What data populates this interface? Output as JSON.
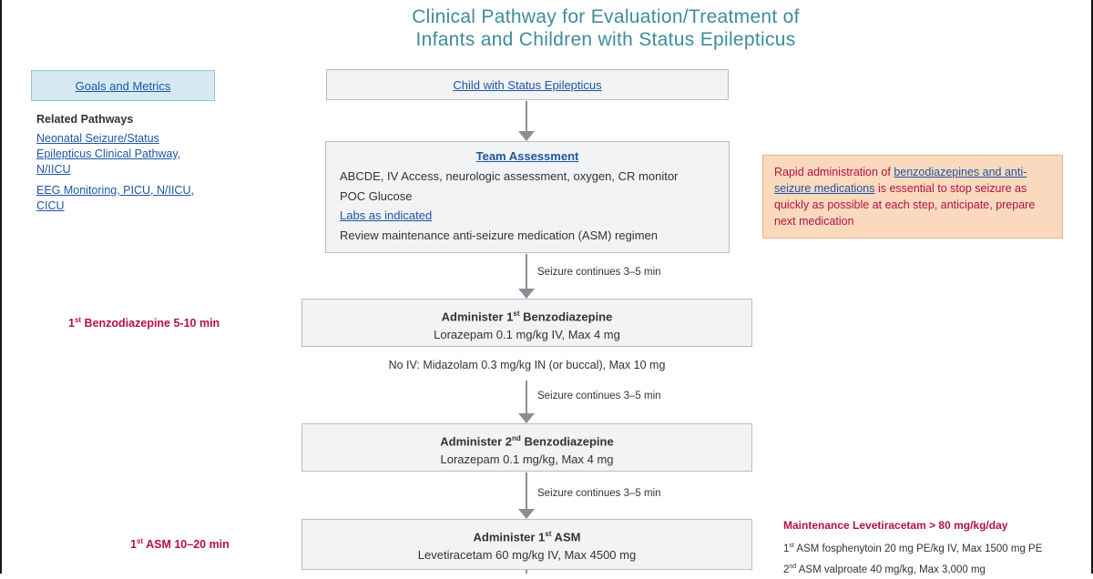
{
  "title": {
    "line1": "Clinical Pathway for Evaluation/Treatment of",
    "line2": "Infants and Children with Status Epilepticus"
  },
  "sidebar": {
    "goals_link": "Goals and Metrics",
    "related_header": "Related Pathways",
    "related_links": [
      "Neonatal Seizure/Status Epilepticus Clinical Pathway, N/IICU",
      "EEG Monitoring, PICU, N/IICU, CICU"
    ]
  },
  "flow": {
    "start_link": "Child with Status Epilepticus",
    "team": {
      "header": "Team Assessment",
      "line1": "ABCDE, IV Access, neurologic assessment, oxygen, CR monitor",
      "line2": "POC Glucose",
      "labs_link": "Labs as indicated",
      "line4": "Review maintenance anti-seizure medication (ASM) regimen"
    },
    "continues_label": "Seizure continues 3–5 min",
    "benzo1": {
      "prefix": "Administer 1",
      "sup": "st",
      "suffix": " Benzodiazepine",
      "dose": "Lorazepam 0.1 mg/kg IV, Max 4 mg"
    },
    "no_iv": "No IV: Midazolam 0.3 mg/kg IN (or buccal), Max 10 mg",
    "benzo2": {
      "prefix": "Administer 2",
      "sup": "nd",
      "suffix": " Benzodiazepine",
      "dose": "Lorazepam 0.1 mg/kg, Max 4 mg"
    },
    "asm1": {
      "prefix": "Administer 1",
      "sup": "st",
      "suffix": " ASM",
      "dose": "Levetiracetam 60 mg/kg IV, Max 4500 mg"
    }
  },
  "timing_labels": {
    "benzo": {
      "num": "1",
      "sup": "st",
      "text": " Benzodiazepine 5-10 min"
    },
    "asm": {
      "num": "1",
      "sup": "st",
      "text": " ASM 10–20 min"
    }
  },
  "alert": {
    "text_before": "Rapid administration of ",
    "link": "benzodiazepines and anti-seizure medications",
    "text_after": " is essential to stop seizure as quickly as possible at each step, anticipate, prepare next medication"
  },
  "maintenance": {
    "header": "Maintenance Levetiracetam > 80 mg/kg/day",
    "item1": {
      "num": "1",
      "sup": "st",
      "text": " ASM fosphenytoin 20 mg PE/kg IV, Max 1500 mg PE"
    },
    "item2": {
      "num": "2",
      "sup": "nd",
      "text": " ASM valproate 40 mg/kg, Max 3,000 mg"
    }
  },
  "colors": {
    "title": "#3e8c9c",
    "link": "#1f55a4",
    "accent_red": "#b3123f",
    "alert_bg": "#fad9be",
    "goals_bg": "#d6e9f3",
    "box_bg": "#f1f3f5"
  }
}
